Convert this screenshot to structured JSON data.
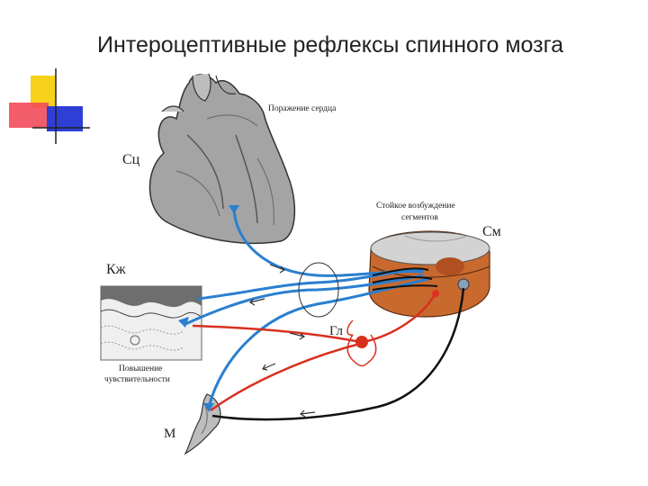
{
  "slide": {
    "title": "Интероцептивные рефлексы спинного мозга"
  },
  "diagram": {
    "labels": {
      "heart": "Сц",
      "heart_caption": "Поражение сердца",
      "segment_caption_line1": "Стойкое возбуждение",
      "segment_caption_line2": "сегментов",
      "spinal_cord": "См",
      "skin": "Кж",
      "skin_caption_line1": "Повышение",
      "skin_caption_line2": "чувствительности",
      "ganglion": "Гл",
      "muscle": "М"
    },
    "colors": {
      "afferent": "#2a7fd0",
      "sympathetic": "#d8301f",
      "motor": "#111111",
      "heart_fill": "#9a9a9a",
      "cord_grey": "#cfcfcf",
      "cord_orange": "#c8692e"
    },
    "decoration": {
      "colors": [
        "#f7d21a",
        "#f24a5a",
        "#2f3fd6"
      ]
    }
  }
}
